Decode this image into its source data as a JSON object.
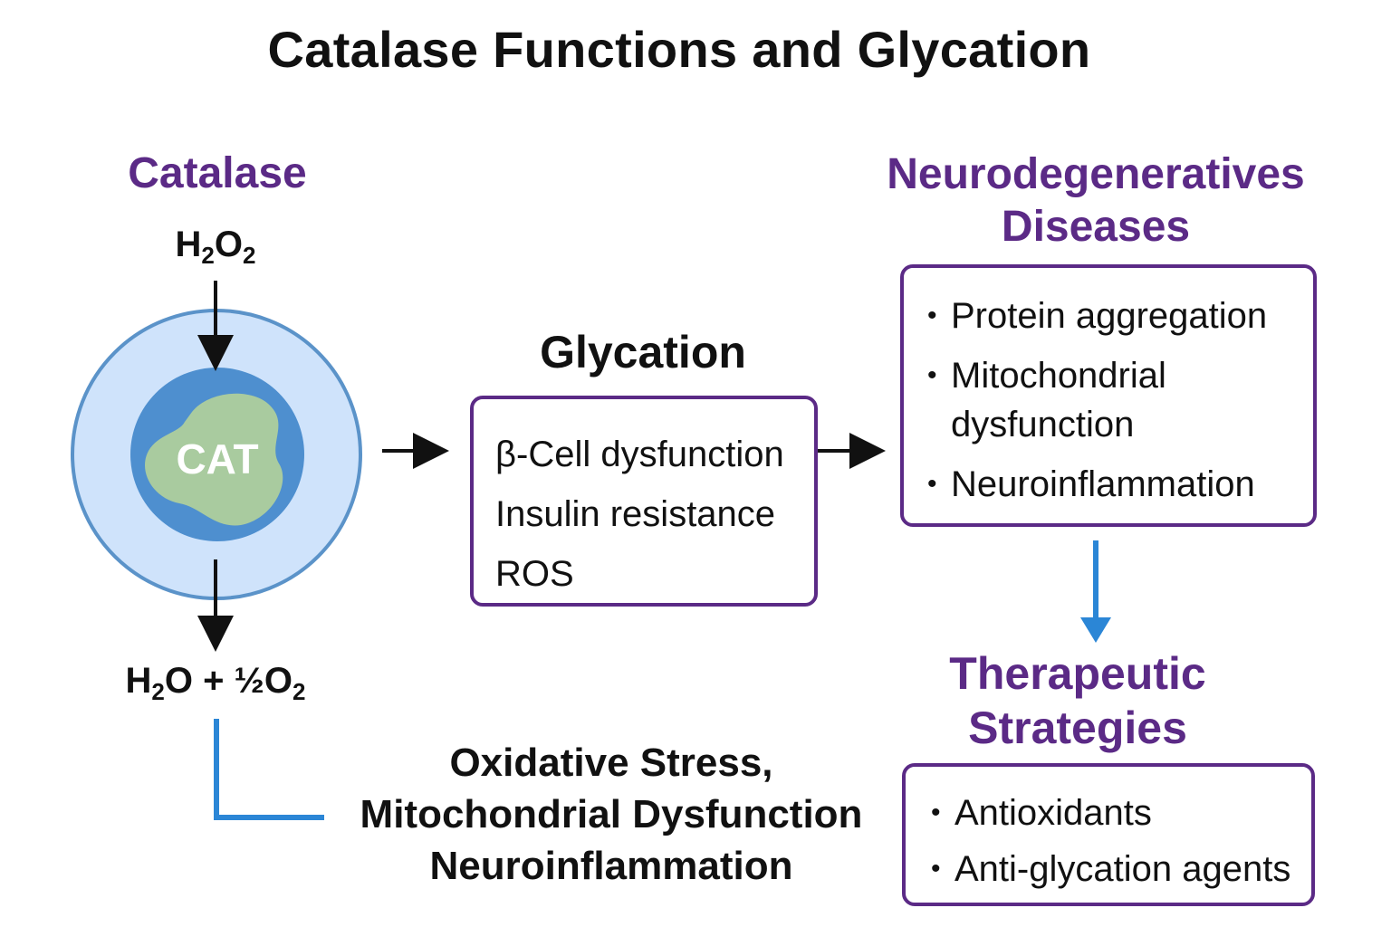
{
  "title": "Catalase Functions and Glycation",
  "catalase": {
    "heading": "Catalase",
    "substrate": {
      "base": "H",
      "sub1": "2",
      "mid": "O",
      "sub2": "2"
    },
    "enzyme_label": "CAT",
    "products": {
      "a": "H",
      "a_sub": "2",
      "b": "O + ½O",
      "b_sub": "2"
    }
  },
  "glycation": {
    "heading": "Glycation",
    "items": [
      "β-Cell dysfunction",
      "Insulin resistance",
      "ROS"
    ]
  },
  "neuro": {
    "heading_line1": "Neurodegeneratives",
    "heading_line2": "Diseases",
    "items": [
      "Protein aggregation",
      "Mitochondrial dysfunction",
      "Neuroinflammation"
    ],
    "bullet": "•"
  },
  "therapeutic": {
    "heading_line1": "Therapeutic",
    "heading_line2": "Strategies",
    "items": [
      "Antioxidants",
      "Anti-glycation agents"
    ]
  },
  "consequences": {
    "line1": "Oxidative Stress,",
    "line2": "Mitochondrial Dysfunction",
    "line3": "Neuroinflammation"
  },
  "colors": {
    "purple": "#5b2a86",
    "cell_outer_fill": "#cfe3fb",
    "cell_outer_stroke": "#5b93c9",
    "nucleus_fill": "#4e8fcf",
    "enzyme_fill": "#a9cb9f",
    "connector_blue": "#2b86d6",
    "arrow_black": "#111111"
  }
}
